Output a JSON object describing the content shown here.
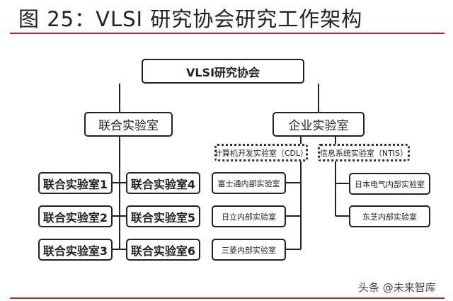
{
  "title": "图 25：VLSI 研究协会研究工作架构",
  "root": "VLSI研究协会",
  "joint": {
    "label": "联合实验室",
    "children": [
      "联合实验室1",
      "联合实验室2",
      "联合实验室3",
      "联合实验室4",
      "联合实验室5",
      "联合实验室6"
    ]
  },
  "enterprise": {
    "label": "企业实验室",
    "cdl": {
      "label": "计算机开发实验室（CDL）",
      "children": [
        "富士通内部实验室",
        "日立内部实验室",
        "三菱内部实验室"
      ]
    },
    "ntis": {
      "label": "信息系统实验室（NTIS）",
      "children": [
        "日本电气内部实验室",
        "东芝内部实验室"
      ]
    }
  },
  "watermark": "头条 @未来智库",
  "colors": {
    "accent": "#b5252b"
  }
}
